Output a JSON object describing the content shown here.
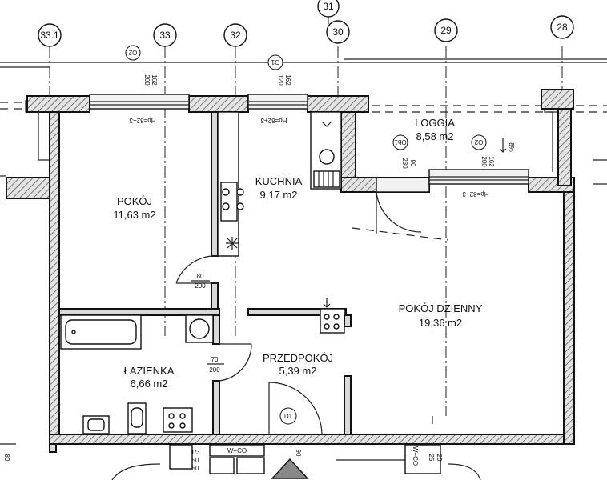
{
  "axes": [
    {
      "label": "33.1"
    },
    {
      "label": "33"
    },
    {
      "label": "32"
    },
    {
      "label": "31"
    },
    {
      "label": "30"
    },
    {
      "label": "29"
    },
    {
      "label": "28"
    }
  ],
  "rooms": {
    "pokoj": {
      "name": "POKÓJ",
      "area": "11,63 m2"
    },
    "kuchnia": {
      "name": "KUCHNIA",
      "area": "9,17 m2"
    },
    "loggia": {
      "name": "LOGGIA",
      "area": "8,58 m2"
    },
    "pokoj_dzienny": {
      "name": "POKÓJ DZIENNY",
      "area": "19,36 m2"
    },
    "lazienka": {
      "name": "ŁAZIENKA",
      "area": "6,66 m2"
    },
    "przedpokoj": {
      "name": "PRZEDPOKÓJ",
      "area": "5,39 m2"
    }
  },
  "windows": {
    "o2_left": {
      "tag": "O2",
      "width": "200",
      "height": "162",
      "sill": "Hp=82+3"
    },
    "o1": {
      "tag": "O1",
      "width": "120",
      "height": "162",
      "sill": "Hp=82+3"
    },
    "ob1": {
      "tag": "Ob1",
      "width": "90",
      "height": "230"
    },
    "o2_right": {
      "tag": "O2",
      "width": "200",
      "height": "162",
      "sill": "Hp=82+3"
    }
  },
  "doors": {
    "d_pokoj": {
      "width": "80",
      "height": "200"
    },
    "d_lazienka": {
      "width": "70",
      "height": "200"
    },
    "d1": {
      "tag": "D1",
      "width": "90"
    }
  },
  "misc": {
    "slope": "8%",
    "edge_mark": "80",
    "bottom_left_a": "1/3",
    "bottom_left_b": "50",
    "bottom_left_c": "50",
    "wcd_left": "W+CO",
    "wcd_right": "W+CO",
    "bottom_right_a": "25",
    "bottom_right_b": "20"
  }
}
